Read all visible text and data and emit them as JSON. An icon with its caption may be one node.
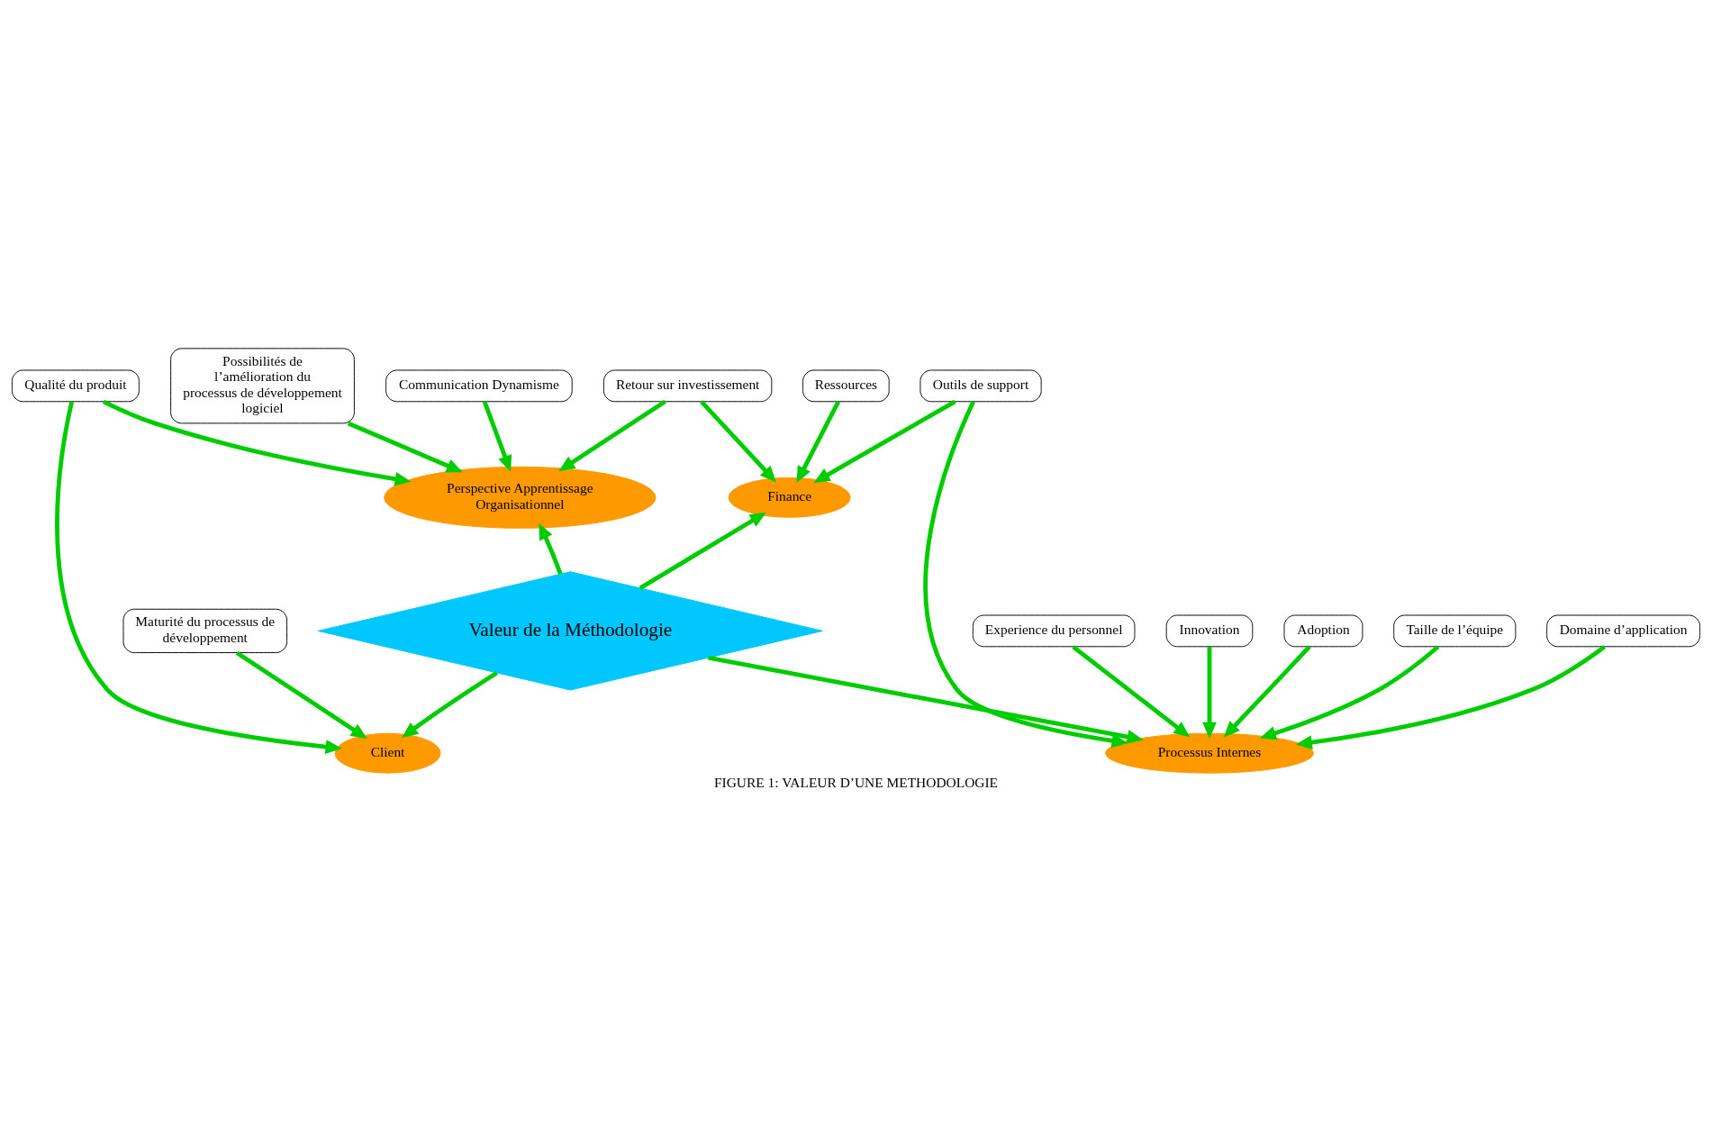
{
  "diagram": {
    "caption": "FIGURE 1: VALEUR D’UNE METHODOLOGIE",
    "nodes": [
      {
        "text": [
          "Possibilités de l’amélioration du processus de développement logiciel"
        ]
      },
      {
        "text": [
          "Retour sur investissement"
        ]
      },
      {
        "text": [
          "Ressources"
        ]
      },
      {
        "text": [
          "Communication Dynamisme"
        ]
      },
      {
        "text": [
          "Perspective Apprentissage Organisationnel"
        ]
      },
      {
        "text": [
          "Finance"
        ]
      },
      {
        "text": [
          "Valeur de la Méthodologie"
        ]
      },
      {
        "text": [
          "Outils de support"
        ]
      },
      {
        "text": [
          "Qualité du produit"
        ]
      },
      {
        "text": [
          "Client"
        ]
      },
      {
        "text": [
          "Processus Internes"
        ]
      },
      {
        "text": [
          "Experience du personnel"
        ]
      },
      {
        "text": [
          "Innovation"
        ]
      },
      {
        "text": [
          "Maturité du processus de développement"
        ]
      },
      {
        "text": [
          "Adoption"
        ]
      },
      {
        "text": [
          "Taille de l’équipe"
        ]
      },
      {
        "text": [
          "Domaine d’application"
        ]
      }
    ],
    "edges": [
      {
        "from": 0,
        "to": 4,
        "arrow": "to"
      },
      {
        "from": 1,
        "to": 4,
        "arrow": "to"
      },
      {
        "from": 1,
        "to": 5,
        "arrow": "to"
      },
      {
        "from": 2,
        "to": 5,
        "arrow": "to"
      },
      {
        "from": 3,
        "to": 4,
        "arrow": "to"
      },
      {
        "from": 8,
        "to": 4,
        "arrow": "to"
      },
      {
        "from": 6,
        "to": 4,
        "arrow": "to"
      },
      {
        "from": 6,
        "to": 5,
        "arrow": "to"
      },
      {
        "from": 7,
        "to": 5,
        "arrow": "to"
      },
      {
        "from": 8,
        "to": 9,
        "arrow": "to"
      },
      {
        "from": 6,
        "to": 9,
        "arrow": "to"
      },
      {
        "from": 6,
        "to": 10,
        "arrow": "to"
      },
      {
        "from": 7,
        "to": 10,
        "arrow": "to"
      },
      {
        "from": 11,
        "to": 10,
        "arrow": "to"
      },
      {
        "from": 12,
        "to": 10,
        "arrow": "to"
      },
      {
        "from": 16,
        "to": 10,
        "arrow": "to"
      },
      {
        "from": 14,
        "to": 10,
        "arrow": "to"
      },
      {
        "from": 15,
        "to": 10,
        "arrow": "to"
      },
      {
        "from": 13,
        "to": 9,
        "arrow": "to"
      }
    ]
  }
}
